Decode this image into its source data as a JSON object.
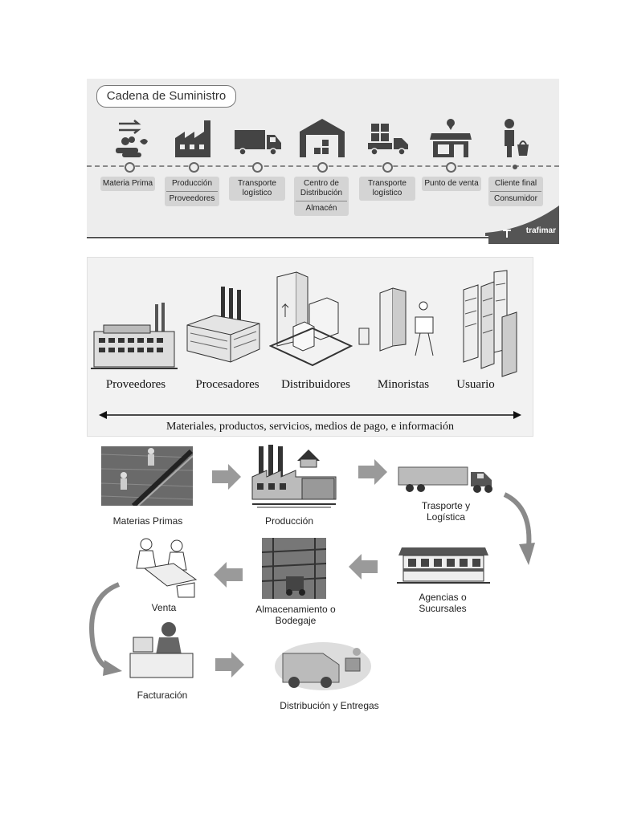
{
  "panel1": {
    "title": "Cadena de Suministro",
    "brand": "trafimar",
    "stages": [
      {
        "label": "Materia Prima",
        "sub": "",
        "icon": "raw-material-icon"
      },
      {
        "label": "Producción",
        "sub": "Proveedores",
        "icon": "factory-icon"
      },
      {
        "label": "Transporte logístico",
        "sub": "",
        "icon": "truck-icon"
      },
      {
        "label": "Centro de Distribución",
        "sub": "Almacén",
        "icon": "warehouse-icon"
      },
      {
        "label": "Transporte logístico",
        "sub": "",
        "icon": "delivery-truck-icon"
      },
      {
        "label": "Punto de venta",
        "sub": "",
        "icon": "store-icon"
      },
      {
        "label": "Cliente final",
        "sub": "Consumidor",
        "icon": "customer-icon"
      }
    ]
  },
  "panel2": {
    "actors": [
      {
        "label": "Proveedores",
        "icon": "supplier-factory-icon"
      },
      {
        "label": "Procesadores",
        "icon": "processor-plant-icon"
      },
      {
        "label": "Distribuidores",
        "icon": "distribution-warehouse-icon"
      },
      {
        "label": "Minoristas",
        "icon": "retail-store-icon"
      },
      {
        "label": "Usuario",
        "icon": "city-buildings-icon"
      }
    ],
    "caption": "Materiales, productos, servicios, medios de pago, e información"
  },
  "panel3": {
    "steps": [
      {
        "label": "Materias Primas",
        "icon": "field-workers-icon"
      },
      {
        "label": "Producción",
        "icon": "factory-icon"
      },
      {
        "label": "Trasporte y Logística",
        "icon": "semi-truck-icon"
      },
      {
        "label": "Agencias o Sucursales",
        "icon": "branch-building-icon"
      },
      {
        "label": "Almacenamiento o Bodegaje",
        "icon": "warehouse-forklift-icon"
      },
      {
        "label": "Venta",
        "icon": "sales-meeting-icon"
      },
      {
        "label": "Facturación",
        "icon": "billing-operator-icon"
      },
      {
        "label": "Distribución y Entregas",
        "icon": "delivery-van-icon"
      }
    ]
  },
  "colors": {
    "panel_bg": "#ededed",
    "box": "#d4d4d4",
    "arrow": "#9a9a9a",
    "dark": "#444444"
  }
}
